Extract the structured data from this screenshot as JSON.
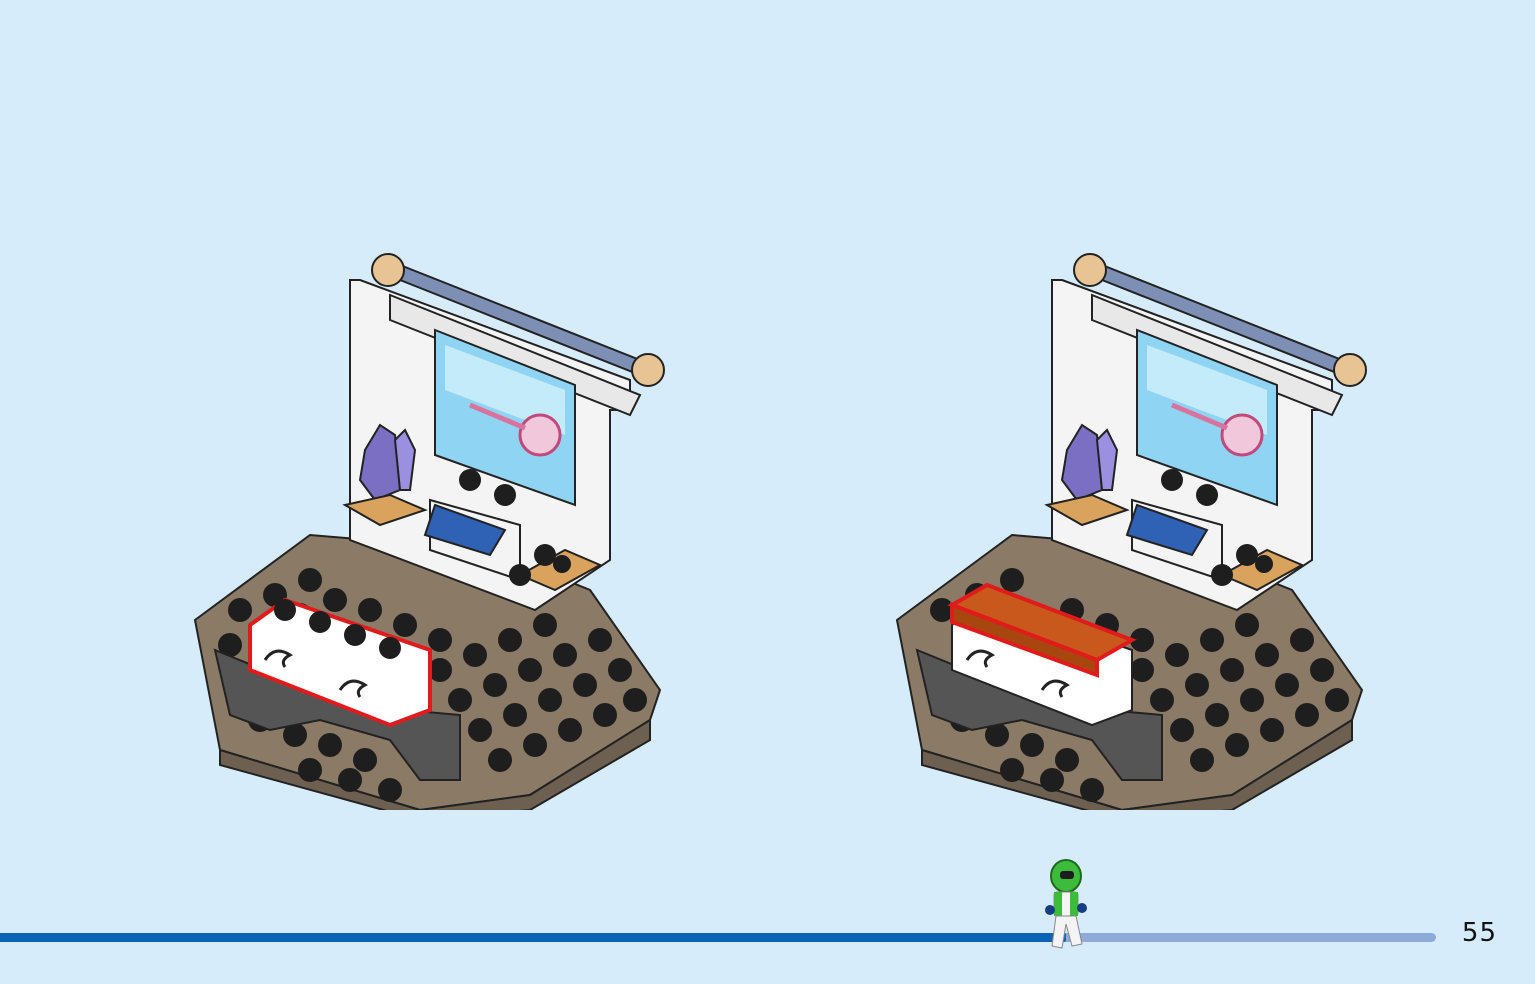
{
  "page": {
    "number": "55"
  },
  "progress": {
    "fraction": 0.742
  },
  "steps": [
    {
      "name": "step-before",
      "highlight": "white-bricks-with-clips"
    },
    {
      "name": "step-after",
      "highlight": "orange-tile"
    }
  ],
  "colors": {
    "background": "#d6ecfb",
    "baseplate": "#8a7a66",
    "stud": "#1e1e1e",
    "highlight": "#e11b1b",
    "orange_tile": "#c8581c",
    "progress_fill": "#0b63b4",
    "progress_track": "#8fa9d9"
  }
}
